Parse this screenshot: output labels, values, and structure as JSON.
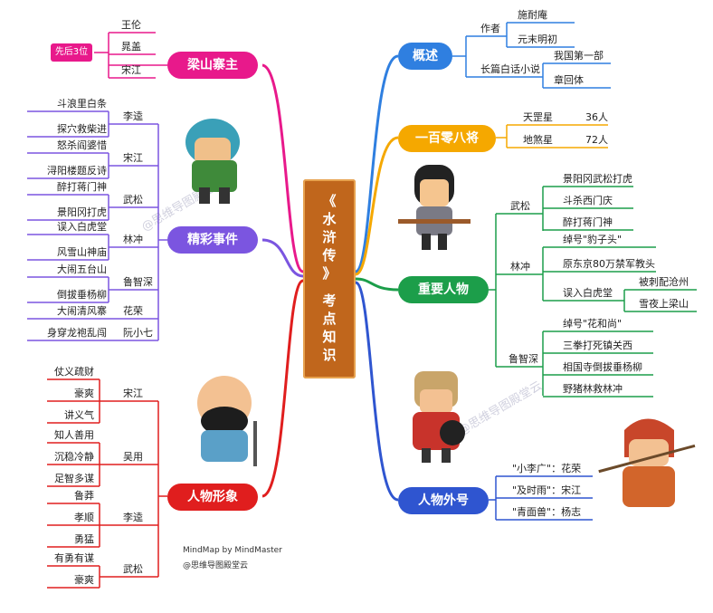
{
  "center": {
    "chars": [
      "《",
      "水",
      "浒",
      "传",
      "》",
      "考",
      "点",
      "知",
      "识"
    ]
  },
  "branches": {
    "liangshan": {
      "label": "梁山寨主",
      "color": "#e8198b",
      "tag": "先后3位",
      "leaves": [
        "王伦",
        "晁盖",
        "宋江"
      ]
    },
    "events": {
      "label": "精彩事件",
      "color": "#7b55e0",
      "groups": [
        {
          "name": "李逵",
          "leaves": [
            "斗浪里白条",
            "探穴救柴进"
          ]
        },
        {
          "name": "宋江",
          "leaves": [
            "怒杀阎婆惜",
            "浔阳楼题反诗"
          ]
        },
        {
          "name": "武松",
          "leaves": [
            "醉打蒋门神",
            "景阳冈打虎"
          ]
        },
        {
          "name": "林冲",
          "leaves": [
            "误入白虎堂",
            "风雪山神庙"
          ]
        },
        {
          "name": "鲁智深",
          "leaves": [
            "大闹五台山",
            "倒拔垂杨柳"
          ]
        },
        {
          "name": "花荣",
          "leaves": [
            "大闹清风寨"
          ]
        },
        {
          "name": "阮小七",
          "leaves": [
            "身穿龙袍乱闯"
          ]
        }
      ]
    },
    "image": {
      "label": "人物形象",
      "color": "#e01e1e",
      "groups": [
        {
          "name": "宋江",
          "leaves": [
            "仗义疏财",
            "豪爽",
            "讲义气"
          ]
        },
        {
          "name": "吴用",
          "leaves": [
            "知人善用",
            "沉稳冷静",
            "足智多谋"
          ]
        },
        {
          "name": "李逵",
          "leaves": [
            "鲁莽",
            "孝顺",
            "勇猛"
          ]
        },
        {
          "name": "武松",
          "leaves": [
            "有勇有谋",
            "豪爽"
          ]
        }
      ]
    },
    "overview": {
      "label": "概述",
      "color": "#2f7fe0",
      "groups": [
        {
          "name": "作者",
          "leaves": [
            "施耐庵",
            "元末明初"
          ]
        },
        {
          "name": "长篇白话小说",
          "leaves": [
            "我国第一部",
            "章回体"
          ]
        }
      ]
    },
    "heroes": {
      "label": "一百零八将",
      "color": "#f5a800",
      "rows": [
        {
          "name": "天罡星",
          "count": "36人"
        },
        {
          "name": "地煞星",
          "count": "72人"
        }
      ]
    },
    "characters": {
      "label": "重要人物",
      "color": "#1c9e4a",
      "wusong": {
        "name": "武松",
        "leaves": [
          "景阳冈武松打虎",
          "斗杀西门庆",
          "醉打蒋门神"
        ]
      },
      "linchong": {
        "name": "林冲",
        "leaves": [
          "绰号\"豹子头\"",
          "原东京80万禁军教头",
          "误入白虎堂"
        ],
        "sub": [
          "被刺配沧州",
          "雪夜上梁山"
        ]
      },
      "luzhishen": {
        "name": "鲁智深",
        "leaves": [
          "绰号\"花和尚\"",
          "三拳打死镇关西",
          "相国寺倒拔垂杨柳",
          "野猪林救林冲"
        ]
      }
    },
    "nicknames": {
      "label": "人物外号",
      "color": "#2f55d0",
      "leaves": [
        "\"小李广\"：花荣",
        "\"及时雨\"：宋江",
        "\"青面兽\"：杨志"
      ]
    }
  },
  "credits": {
    "line1": "MindMap by MindMaster",
    "line2": "@思维导图殿堂云"
  },
  "watermark": "@思维导图殿堂云"
}
